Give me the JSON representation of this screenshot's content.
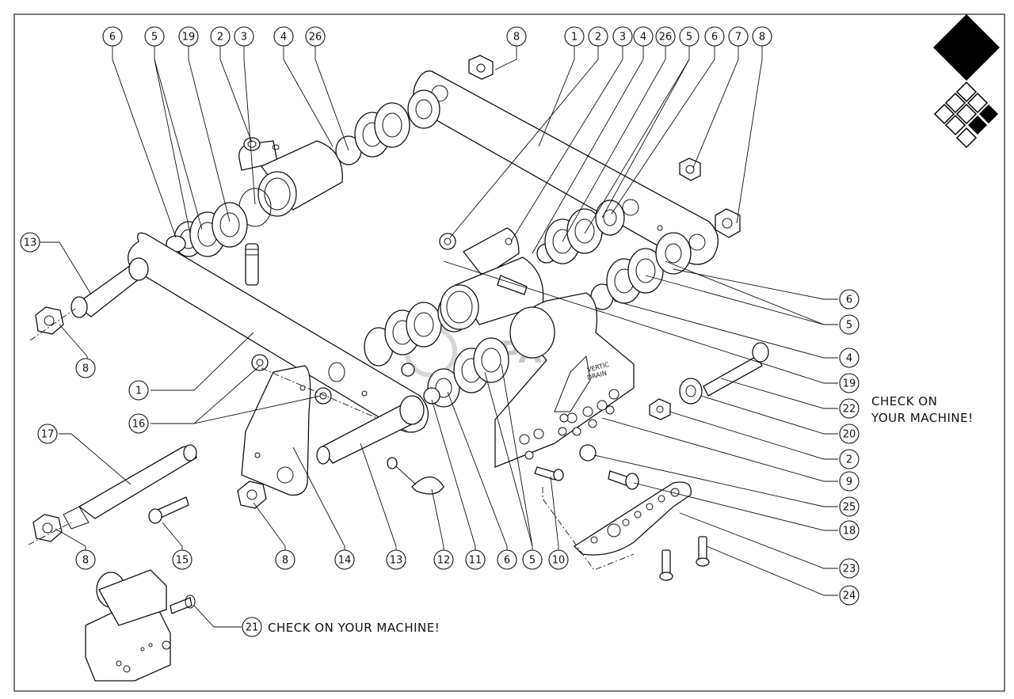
{
  "watermark": {
    "brand_text": "PARTS"
  },
  "notes": {
    "check_machine_1": "CHECK ON",
    "check_machine_2": "YOUR MACHINE!",
    "check_machine_inline": "CHECK ON YOUR MACHINE!"
  },
  "engraving": {
    "line1": "VERTIC",
    "line2": "DRAIN"
  },
  "callouts": [
    {
      "id": "c-top-6",
      "label": "6"
    },
    {
      "id": "c-top-5",
      "label": "5"
    },
    {
      "id": "c-top-19",
      "label": "19"
    },
    {
      "id": "c-top-2",
      "label": "2"
    },
    {
      "id": "c-top-3",
      "label": "3"
    },
    {
      "id": "c-top-4",
      "label": "4"
    },
    {
      "id": "c-top-26",
      "label": "26"
    },
    {
      "id": "c-top-8a",
      "label": "8"
    },
    {
      "id": "c-top-1",
      "label": "1"
    },
    {
      "id": "c-top-2b",
      "label": "2"
    },
    {
      "id": "c-top-3b",
      "label": "3"
    },
    {
      "id": "c-top-4b",
      "label": "4"
    },
    {
      "id": "c-top-26b",
      "label": "26"
    },
    {
      "id": "c-top-5b",
      "label": "5"
    },
    {
      "id": "c-top-6b",
      "label": "6"
    },
    {
      "id": "c-top-7",
      "label": "7"
    },
    {
      "id": "c-top-8b",
      "label": "8"
    },
    {
      "id": "c-left-13",
      "label": "13"
    },
    {
      "id": "c-left-8",
      "label": "8"
    },
    {
      "id": "c-left-1",
      "label": "1"
    },
    {
      "id": "c-left-16",
      "label": "16"
    },
    {
      "id": "c-left-17",
      "label": "17"
    },
    {
      "id": "c-bot-8",
      "label": "8"
    },
    {
      "id": "c-bot-15",
      "label": "15"
    },
    {
      "id": "c-bot-8b",
      "label": "8"
    },
    {
      "id": "c-bot-14",
      "label": "14"
    },
    {
      "id": "c-bot-13",
      "label": "13"
    },
    {
      "id": "c-bot-12",
      "label": "12"
    },
    {
      "id": "c-bot-11",
      "label": "11"
    },
    {
      "id": "c-bot-6",
      "label": "6"
    },
    {
      "id": "c-bot-5",
      "label": "5"
    },
    {
      "id": "c-bot-10",
      "label": "10"
    },
    {
      "id": "c-right-6",
      "label": "6"
    },
    {
      "id": "c-right-5",
      "label": "5"
    },
    {
      "id": "c-right-4",
      "label": "4"
    },
    {
      "id": "c-right-19",
      "label": "19"
    },
    {
      "id": "c-right-22",
      "label": "22"
    },
    {
      "id": "c-right-20",
      "label": "20"
    },
    {
      "id": "c-right-2",
      "label": "2"
    },
    {
      "id": "c-right-9",
      "label": "9"
    },
    {
      "id": "c-right-25",
      "label": "25"
    },
    {
      "id": "c-right-18",
      "label": "18"
    },
    {
      "id": "c-right-23",
      "label": "23"
    },
    {
      "id": "c-right-24",
      "label": "24"
    },
    {
      "id": "c-21",
      "label": "21"
    }
  ]
}
